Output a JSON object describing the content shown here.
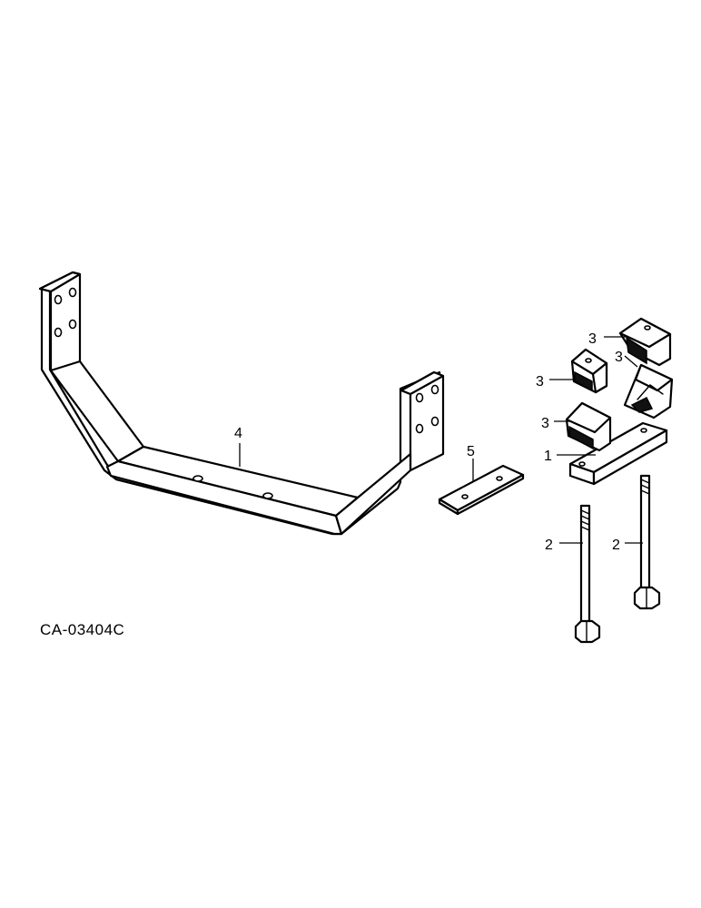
{
  "figure": {
    "drawing_number": "CA-03404C"
  },
  "callouts": {
    "crossbar": "4",
    "plate": "5",
    "bar": "1",
    "bolt_left": "2",
    "bolt_right": "2",
    "clamp_top_right": "3",
    "clamp_top_left": "3",
    "clamp_right": "3",
    "clamp_bottom_left": "3"
  },
  "colors": {
    "line": "#000000",
    "background": "#ffffff"
  }
}
